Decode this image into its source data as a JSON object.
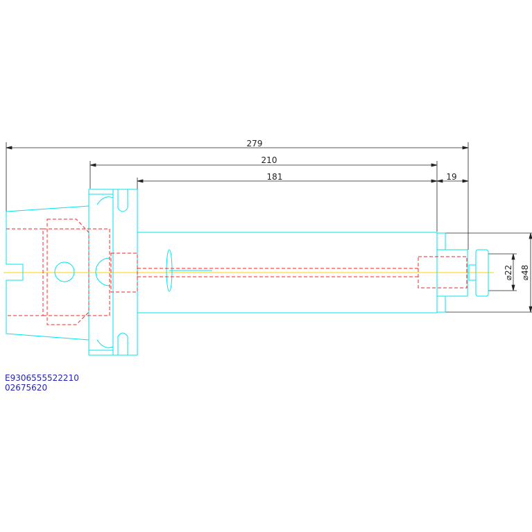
{
  "dimensions": {
    "overall_length": "279",
    "body_length": "210",
    "extension_length": "181",
    "nut_length": "19",
    "diameter_small": "⌀22",
    "diameter_large": "⌀48"
  },
  "part_code": {
    "line1": "E9306555522210",
    "line2": "02675620"
  },
  "colors": {
    "outline": "#00e5ee",
    "hidden": "#ff2020",
    "centerline": "#ffd000",
    "dimension": "#222222",
    "code_text": "#2222bb"
  }
}
